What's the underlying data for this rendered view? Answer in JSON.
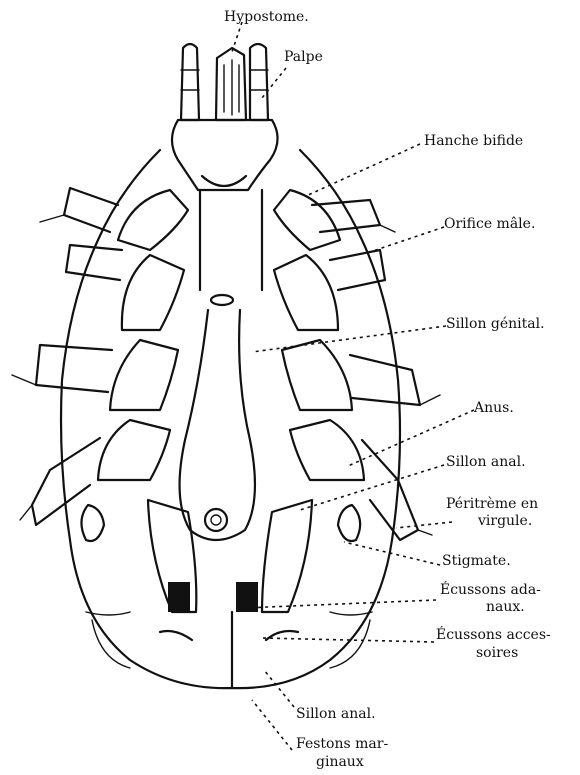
{
  "labels": {
    "hypostome": "Hypostome.",
    "palpe": "Palpe",
    "hanche_bifide": "Hanche bifide",
    "orifice_male": "Orifice mâle.",
    "sillon_genital": "Sillon génital.",
    "anus": "Anus.",
    "sillon_anal_right": "Sillon anal.",
    "peritreme_line1": "Péritrème en",
    "peritreme_line2": "virgule.",
    "stigmate": "Stigmate.",
    "ecussons_adanaux_line1": "Écussons ada-",
    "ecussons_adanaux_line2": "naux.",
    "ecussons_accessoires_line1": "Écussons acces-",
    "ecussons_accessoires_line2": "soires",
    "sillon_anal_bottom": "Sillon anal.",
    "festons_line1": "Festons mar-",
    "festons_line2": "ginaux"
  }
}
